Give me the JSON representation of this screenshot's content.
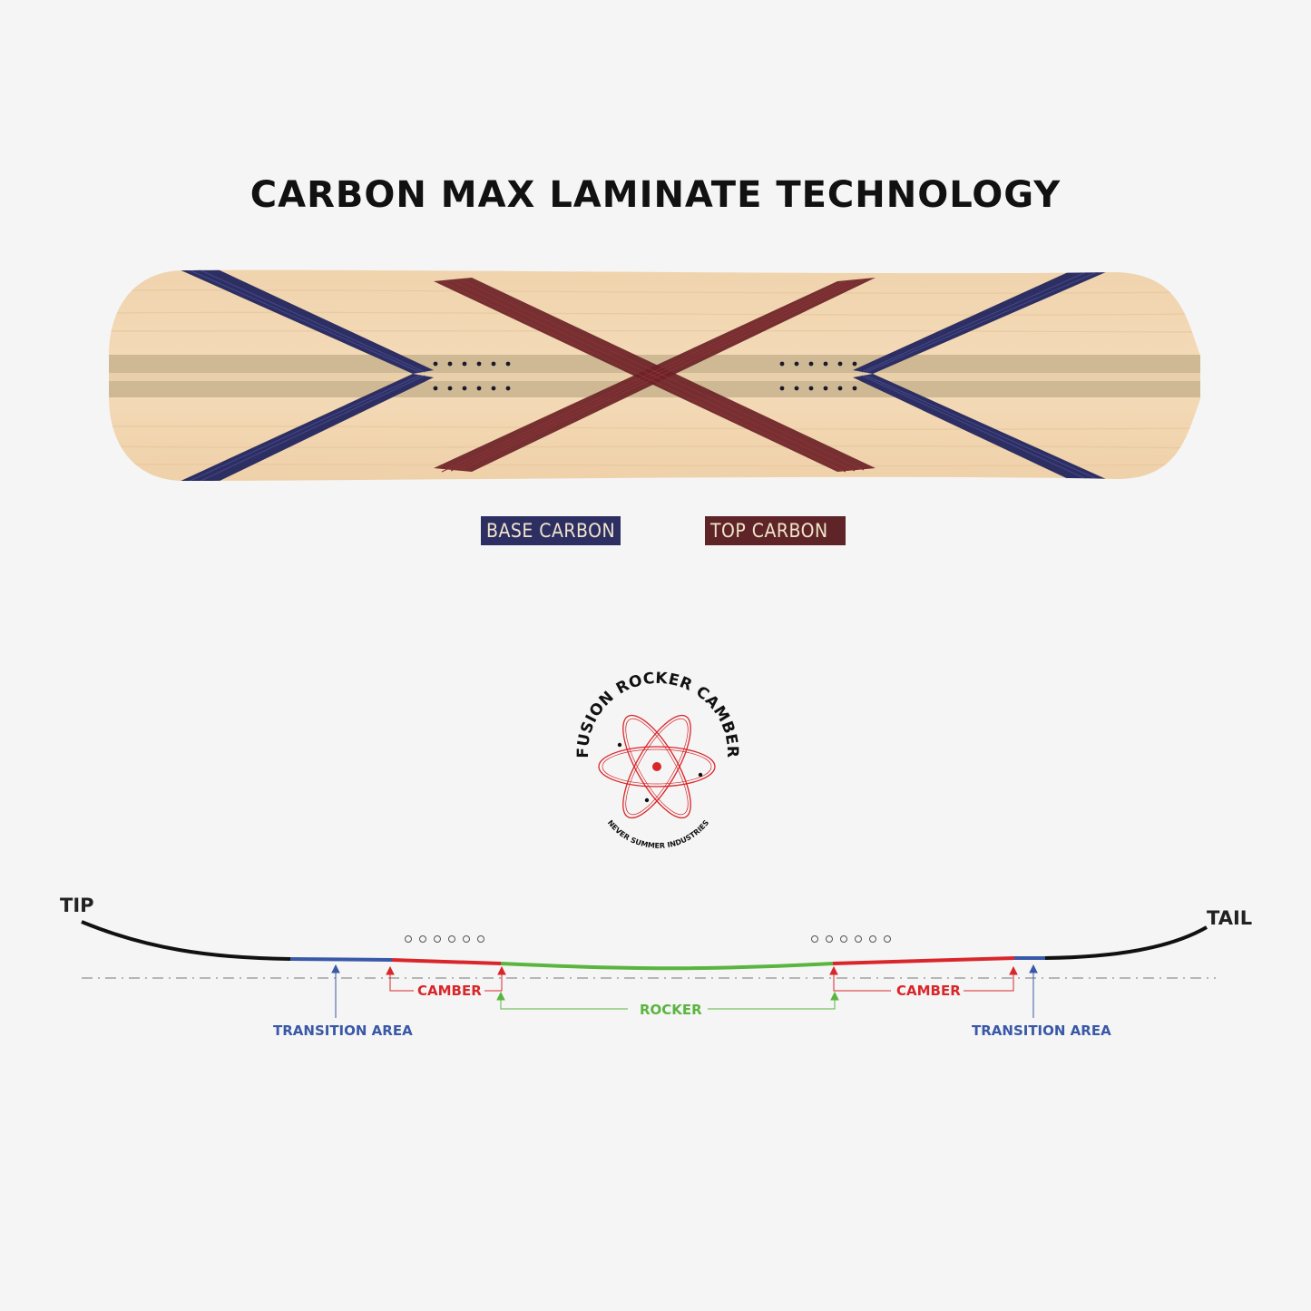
{
  "title": "CARBON MAX LAMINATE  TECHNOLOGY",
  "legend": {
    "base_label": "BASE CARBON",
    "top_label": "TOP CARBON",
    "base_color": "#2d2f63",
    "top_color": "#6b2226"
  },
  "logo": {
    "arc_text": "FUSION ROCKER CAMBER",
    "bottom_text": "NEVER SUMMER INDUSTRIES",
    "icon": "atom-icon",
    "color": "#d9262b"
  },
  "profile": {
    "tip_label": "TIP",
    "tail_label": "TAIL",
    "camber_label_left": "CAMBER",
    "camber_label_right": "CAMBER",
    "rocker_label": "ROCKER",
    "transition_label_left": "TRANSITION AREA",
    "transition_label_right": "TRANSITION AREA",
    "colors": {
      "tip_tail": "#111111",
      "transition": "#3a58a8",
      "camber": "#d9262b",
      "rocker": "#59b53f"
    }
  }
}
